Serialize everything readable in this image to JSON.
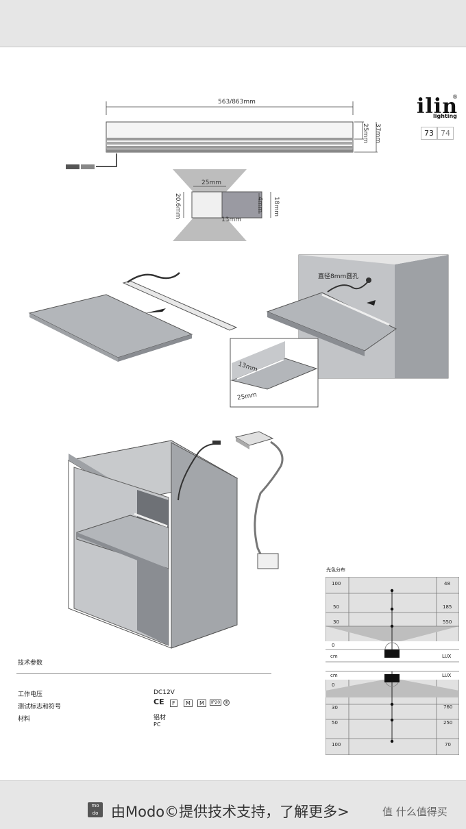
{
  "header": {},
  "logo": {
    "text": "ilin",
    "sub": "lighting",
    "reg": "®"
  },
  "pagination": {
    "current": "73",
    "other": "74"
  },
  "dimensions": {
    "length": "563/863mm",
    "h_25": "25mm",
    "h_37": "37mm",
    "profile_width": "25mm",
    "profile_height": "20.6mm",
    "led_4": "4mm",
    "led_18": "18mm",
    "bottom_13": "13mm",
    "detail_13": "13mm",
    "detail_25": "25mm"
  },
  "callout": {
    "hole_label": "直径8mm圆孔"
  },
  "specs": {
    "title": "技术参数",
    "rows": [
      {
        "label": "工作电压",
        "value": "DC12V"
      },
      {
        "label": "测试标志和符号",
        "value": ""
      },
      {
        "label": "材料",
        "value": "铝材"
      }
    ],
    "material_2": "PC",
    "cert_marks": [
      "CE",
      "F",
      "M",
      "M",
      "IP20",
      "III"
    ]
  },
  "lux_chart": {
    "title": "光色分布",
    "upper_cm": [
      "100",
      "50",
      "30",
      "0"
    ],
    "upper_lux": [
      "48",
      "185",
      "550"
    ],
    "cm_label": "cm",
    "lux_label": "LUX",
    "lower_cm": [
      "0",
      "30",
      "50",
      "100"
    ],
    "lower_lux": [
      "760",
      "250",
      "70"
    ]
  },
  "footer": {
    "logo": "mo do",
    "text": "由Modo©提供技术支持，了解更多>",
    "brand": "值 什么值得买"
  }
}
